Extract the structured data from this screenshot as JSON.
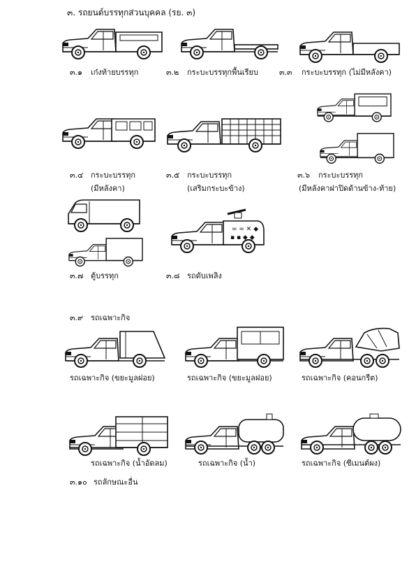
{
  "heading": "๓. รถยนต์บรรทุกส่วนบุคคล (รย. ๓)",
  "items": [
    {
      "num": "๓.๑",
      "label": "เก๋งท้ายบรรทุก"
    },
    {
      "num": "๓.๒",
      "label": "กระบะบรรทุกพื้นเรียบ"
    },
    {
      "num": "๓.๓",
      "label": "กระบะบรรทุก (ไม่มีหลังคา)"
    },
    {
      "num": "๓.๔",
      "label": "กระบะบรรทุก",
      "label2": "(มีหลังคา)"
    },
    {
      "num": "๓.๕",
      "label": "กระบะบรรทุก",
      "label2": "(เสริมกระบะข้าง)"
    },
    {
      "num": "๓.๖",
      "label": "กระบะบรรทุก",
      "label2": "(มีหลังคาฝาปิดด้านข้าง-ท้าย)"
    },
    {
      "num": "๓.๗",
      "label": "ตู้บรรทุก"
    },
    {
      "num": "๓.๘",
      "label": "รถดับเพลิง"
    },
    {
      "num": "๓.๙",
      "label": "รถเฉพาะกิจ"
    }
  ],
  "special": [
    "รถเฉพาะกิจ (ขยะมูลฝอย)",
    "รถเฉพาะกิจ (ขยะมูลฝอย)",
    "รถเฉพาะกิจ (คอนกรีต)",
    "รถเฉพาะกิจ (น้ำอัดลม)",
    "รถเฉพาะกิจ (น้ำ)",
    "รถเฉพาะกิจ (ซีเมนต์ผง)"
  ],
  "other": {
    "num": "๓.๑๐",
    "label": "รถลักษณะอื่น"
  },
  "illustrations": [
    "pickup-canopy",
    "flatbed",
    "pickup-open",
    "pickup-roof",
    "pickup-rails",
    "pickup-closed-1",
    "pickup-closed-2",
    "van-1",
    "van-2",
    "fire-truck",
    "garbage-1",
    "garbage-2",
    "concrete-mixer",
    "soda-truck",
    "water-tanker",
    "cement-tanker"
  ]
}
